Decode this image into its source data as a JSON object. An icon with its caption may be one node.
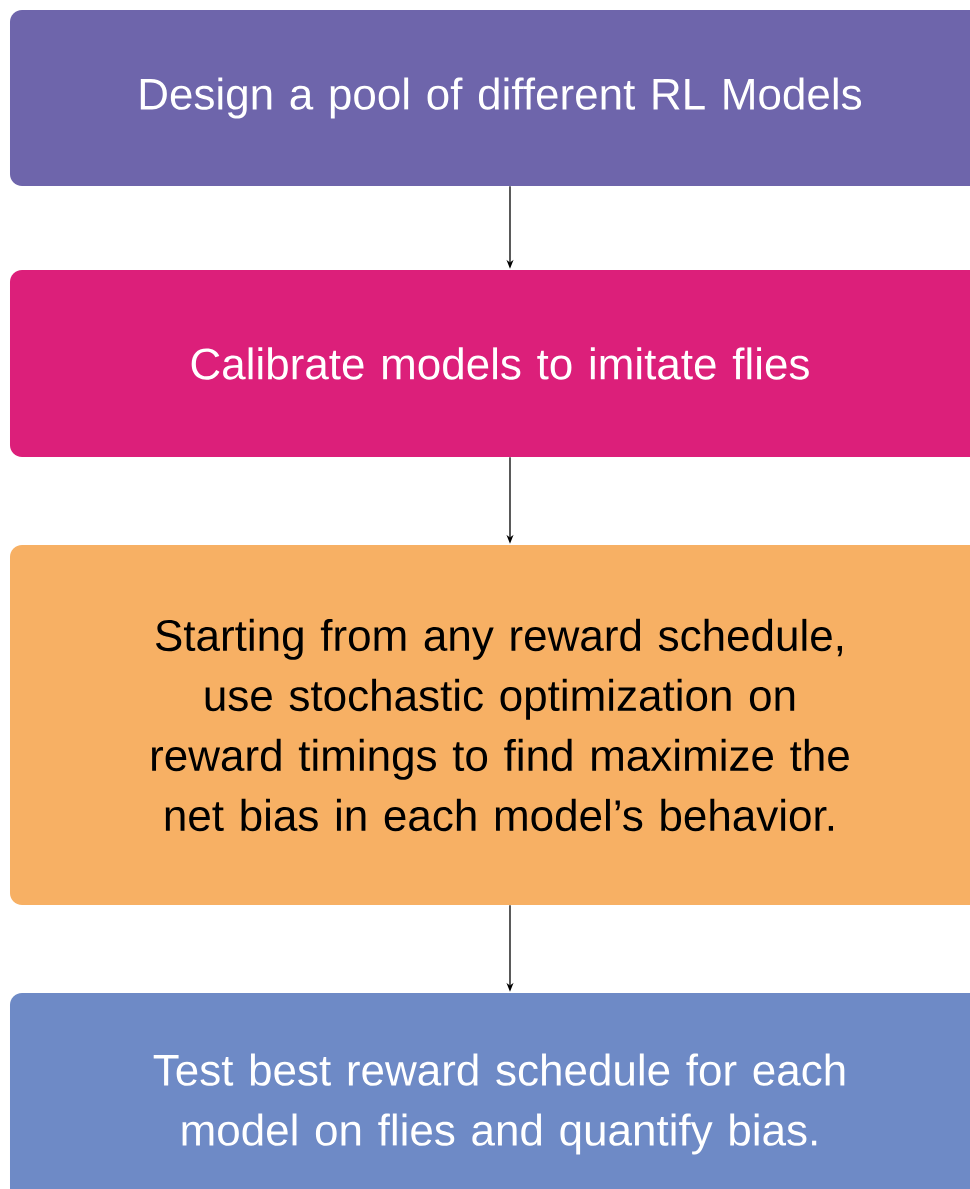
{
  "diagram": {
    "nodes": [
      {
        "text": [
          "Design a pool of different RL Models"
        ]
      },
      {
        "text": [
          "Calibrate models to imitate flies"
        ]
      },
      {
        "text": [
          "Starting from any reward schedule, use stochastic optimization on reward timings to find maximize the net bias in each model’s behavior."
        ]
      },
      {
        "text": [
          "Test best reward schedule for each model on flies and quantify bias."
        ]
      }
    ],
    "edges": [
      {
        "from": 0,
        "to": 1,
        "arrow": "to"
      },
      {
        "from": 1,
        "to": 2,
        "arrow": "to"
      },
      {
        "from": 2,
        "to": 3,
        "arrow": "to"
      }
    ]
  }
}
